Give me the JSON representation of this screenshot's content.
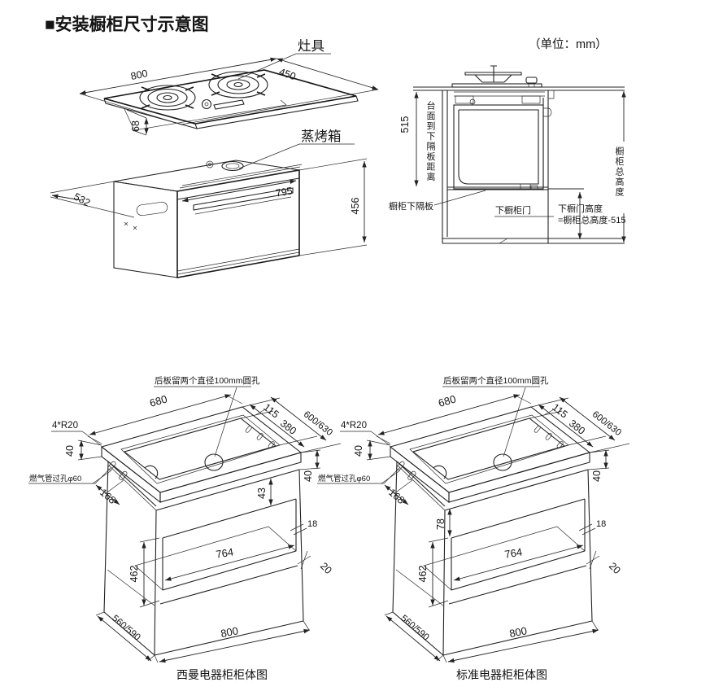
{
  "title": "■安装橱柜尺寸示意图",
  "unit_note": "（单位：mm）",
  "stove": {
    "label": "灶具",
    "dim_width": "800",
    "dim_depth": "450",
    "dim_height": "68"
  },
  "oven": {
    "label": "蒸烤箱",
    "dim_width": "795",
    "dim_depth": "532",
    "dim_height": "456"
  },
  "section": {
    "dim_countertop_to_shelf": "515",
    "countertop_to_shelf_label": "台面到下隔板距离",
    "total_height_label": "橱柜总高度",
    "shelf_label": "橱柜下隔板",
    "door_label": "下橱柜门",
    "door_height_line1": "下橱门高度",
    "door_height_line2": "=橱柜总高度-515"
  },
  "cabinet_left": {
    "caption": "西曼电器柜柜体图",
    "hole_note": "后板留两个直径100mm圆孔",
    "corner_radius": "4*R20",
    "gas_hole": "燃气管过孔φ60",
    "dim_top_width": "680",
    "dim_back_rim": "115",
    "dim_opening_depth": "380",
    "dim_depth": "600/630",
    "dim_frame_left": "40",
    "dim_frame_right": "40",
    "dim_side": "168",
    "dim_gap": "43",
    "dim_panel": "18",
    "dim_inner_height": "462",
    "dim_inner_width": "764",
    "dim_rail": "20",
    "dim_base_depth": "560/590",
    "dim_base_width": "800"
  },
  "cabinet_right": {
    "caption": "标准电器柜柜体图",
    "hole_note": "后板留两个直径100mm圆孔",
    "corner_radius": "4*R20",
    "gas_hole": "燃气管过孔φ60",
    "dim_top_width": "680",
    "dim_back_rim": "115",
    "dim_opening_depth": "380",
    "dim_depth": "600/630",
    "dim_frame_left": "40",
    "dim_frame_right": "40",
    "dim_side": "168",
    "dim_gap": "78",
    "dim_panel": "18",
    "dim_inner_height": "462",
    "dim_inner_width": "764",
    "dim_rail": "20",
    "dim_base_depth": "560/590",
    "dim_base_width": "800"
  }
}
